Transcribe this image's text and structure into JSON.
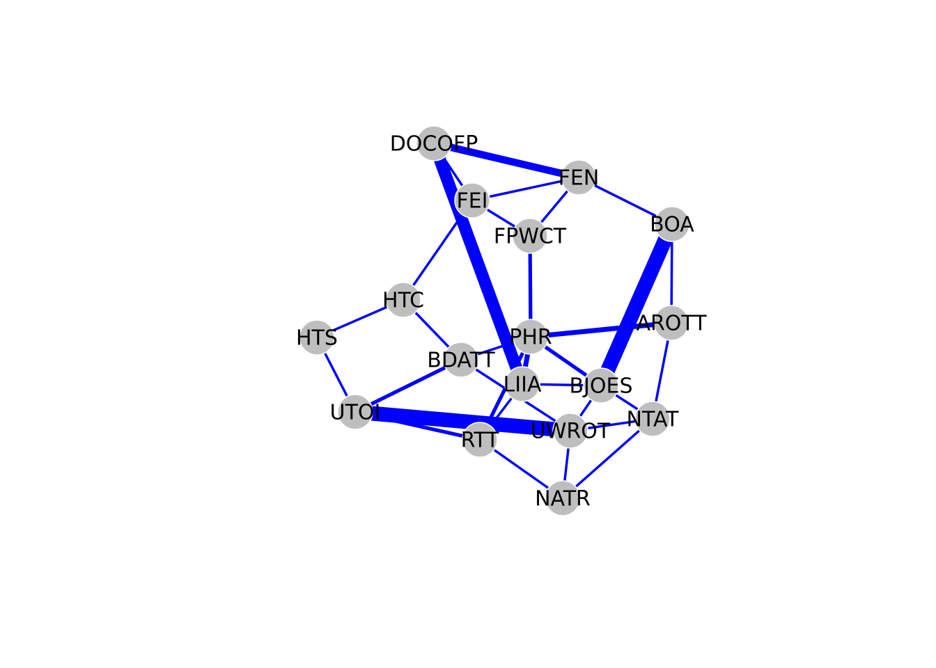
{
  "colors": {
    "background": "#ffffff",
    "edge": "#0000ff",
    "node_fill": "#bebebe",
    "node_stroke": "#ffffff",
    "label": "#000000"
  },
  "nodes": [
    {
      "id": "DOCOFP",
      "label": "DOCOFP"
    },
    {
      "id": "FEN",
      "label": "FEN"
    },
    {
      "id": "FEI",
      "label": "FEI"
    },
    {
      "id": "FPWCT",
      "label": "FPWCT"
    },
    {
      "id": "BOA",
      "label": "BOA"
    },
    {
      "id": "HTC",
      "label": "HTC"
    },
    {
      "id": "HTS",
      "label": "HTS"
    },
    {
      "id": "AROTT",
      "label": "AROTT"
    },
    {
      "id": "PHR",
      "label": "PHR"
    },
    {
      "id": "BDATT",
      "label": "BDATT"
    },
    {
      "id": "LIIA",
      "label": "LIIA"
    },
    {
      "id": "BJOES",
      "label": "BJOES"
    },
    {
      "id": "UTOI",
      "label": "UTOI"
    },
    {
      "id": "NTAT",
      "label": "NTAT"
    },
    {
      "id": "RTT",
      "label": "RTT"
    },
    {
      "id": "UWROT",
      "label": "UWROT"
    },
    {
      "id": "NATR",
      "label": "NATR"
    }
  ],
  "edges": [
    {
      "source": "DOCOFP",
      "target": "FEN",
      "weight": 3
    },
    {
      "source": "DOCOFP",
      "target": "FEI",
      "weight": 1
    },
    {
      "source": "DOCOFP",
      "target": "LIIA",
      "weight": 5
    },
    {
      "source": "FEN",
      "target": "FEI",
      "weight": 1
    },
    {
      "source": "FEN",
      "target": "FPWCT",
      "weight": 1
    },
    {
      "source": "FEN",
      "target": "BOA",
      "weight": 1
    },
    {
      "source": "FEI",
      "target": "FPWCT",
      "weight": 1
    },
    {
      "source": "FEI",
      "target": "HTC",
      "weight": 1
    },
    {
      "source": "FPWCT",
      "target": "PHR",
      "weight": 1.5
    },
    {
      "source": "BOA",
      "target": "AROTT",
      "weight": 1
    },
    {
      "source": "BOA",
      "target": "BJOES",
      "weight": 6
    },
    {
      "source": "HTC",
      "target": "HTS",
      "weight": 1
    },
    {
      "source": "HTC",
      "target": "BDATT",
      "weight": 1
    },
    {
      "source": "HTS",
      "target": "UTOI",
      "weight": 1
    },
    {
      "source": "AROTT",
      "target": "PHR",
      "weight": 2
    },
    {
      "source": "AROTT",
      "target": "NTAT",
      "weight": 1
    },
    {
      "source": "PHR",
      "target": "BDATT",
      "weight": 1
    },
    {
      "source": "PHR",
      "target": "BJOES",
      "weight": 1.5
    },
    {
      "source": "PHR",
      "target": "LIIA",
      "weight": 2
    },
    {
      "source": "PHR",
      "target": "RTT",
      "weight": 1.5
    },
    {
      "source": "BDATT",
      "target": "UTOI",
      "weight": 1.5
    },
    {
      "source": "BDATT",
      "target": "UWROT",
      "weight": 1
    },
    {
      "source": "LIIA",
      "target": "BJOES",
      "weight": 1
    },
    {
      "source": "LIIA",
      "target": "RTT",
      "weight": 1
    },
    {
      "source": "BJOES",
      "target": "NTAT",
      "weight": 1
    },
    {
      "source": "BJOES",
      "target": "UWROT",
      "weight": 1
    },
    {
      "source": "UTOI",
      "target": "UWROT",
      "weight": 6
    },
    {
      "source": "UTOI",
      "target": "RTT",
      "weight": 1.5
    },
    {
      "source": "NTAT",
      "target": "UWROT",
      "weight": 1
    },
    {
      "source": "NTAT",
      "target": "NATR",
      "weight": 1
    },
    {
      "source": "RTT",
      "target": "NATR",
      "weight": 1
    },
    {
      "source": "UWROT",
      "target": "NATR",
      "weight": 1
    }
  ]
}
